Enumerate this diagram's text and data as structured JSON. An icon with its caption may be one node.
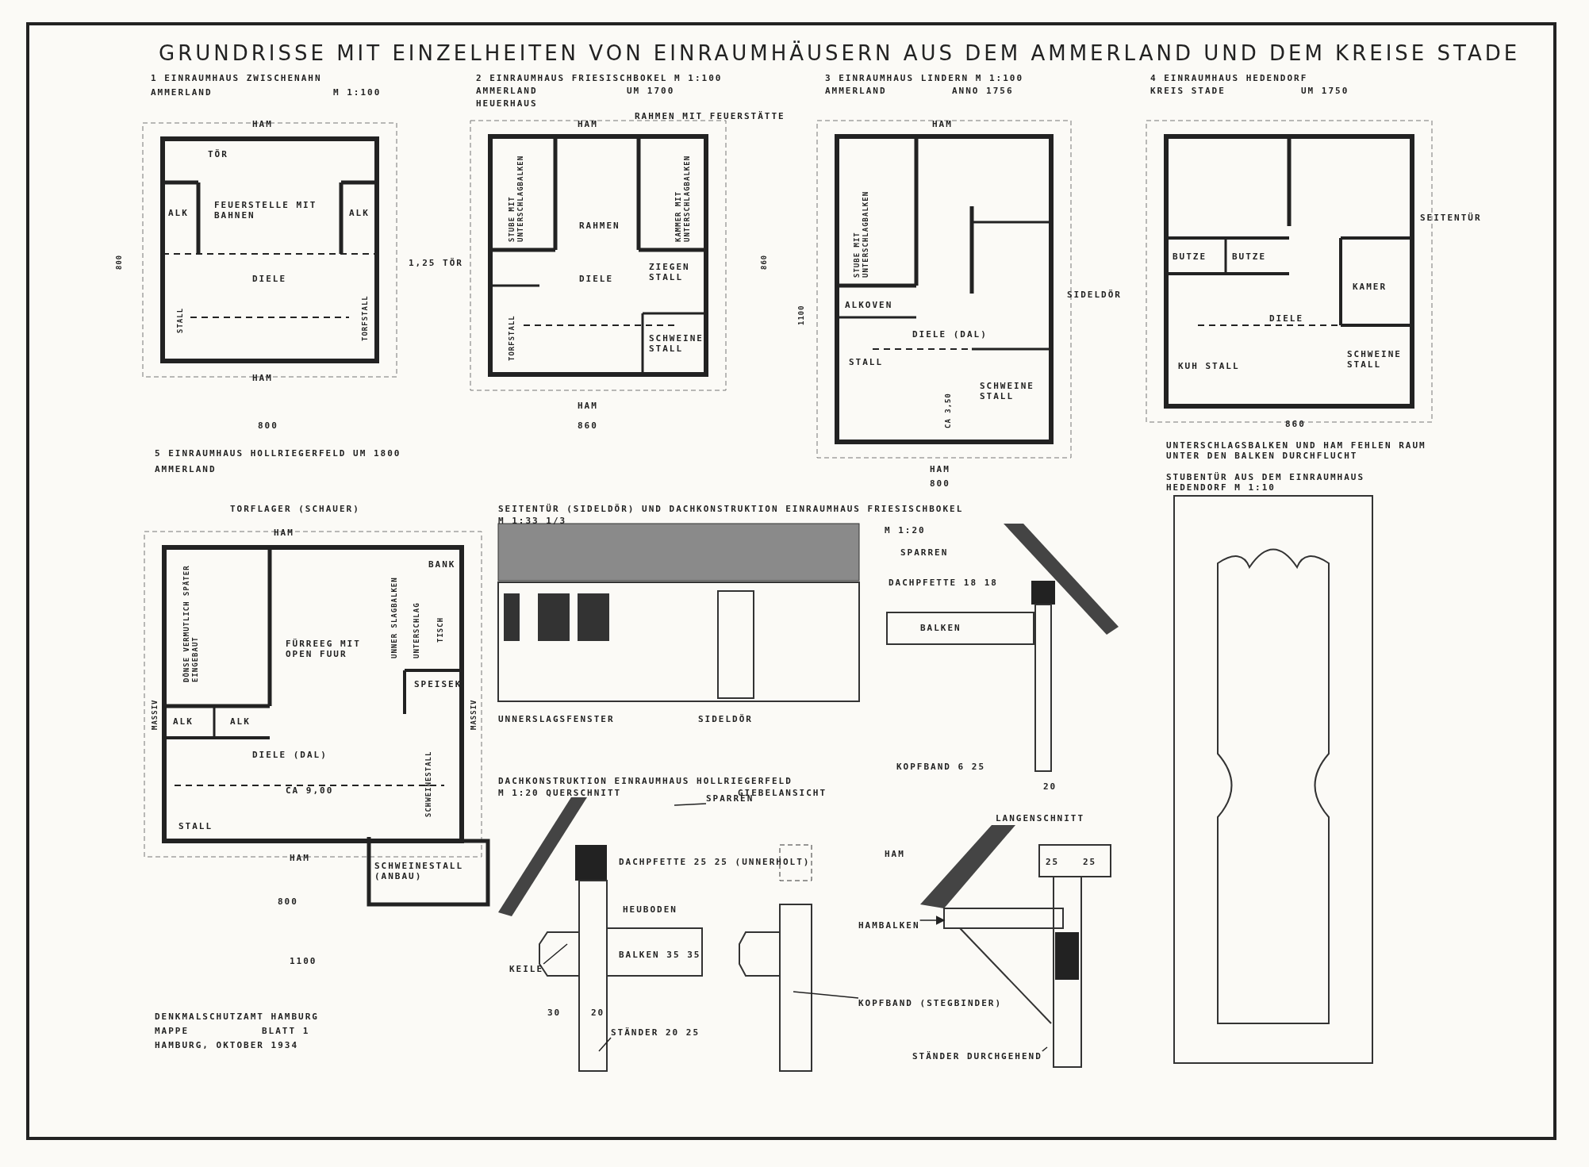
{
  "diagram": {
    "title": "GRUNDRISSE MIT EINZELHEITEN VON EINRAUMHÄUSERN AUS DEM AMMERLAND UND DEM KREISE STADE",
    "nodes": [
      {
        "text": [
          "SPARREN"
        ]
      },
      {
        "text": [
          "KEILE"
        ]
      },
      {
        "text": [
          "STÄNDER 20 25"
        ]
      },
      {
        "text": [
          "KOPFBAND (STEGBINDER)"
        ]
      },
      {
        "text": [
          "HAMBALKEN"
        ]
      },
      {
        "text": [
          "STÄNDER DURCHGEHEND"
        ]
      },
      {
        "text": [],
        "shape": "bar"
      }
    ],
    "edges": [
      {
        "from": 0,
        "to": null,
        "arrow": "none"
      },
      {
        "from": 1,
        "to": null,
        "arrow": "none"
      },
      {
        "from": 2,
        "to": null,
        "arrow": "none"
      },
      {
        "from": 3,
        "to": null,
        "arrow": "none"
      },
      {
        "from": 4,
        "to": 6,
        "arrow": "to"
      },
      {
        "from": 5,
        "to": null,
        "arrow": "none"
      }
    ],
    "labels": [
      "1 EINRAUMHAUS ZWISCHENAHN",
      "AMMERLAND",
      "M 1:100",
      "HAM",
      "TÖR",
      "ALK",
      "FEUERSTELLE MIT BAHNEN",
      "ALK",
      "DIELE",
      "STALL",
      "TORFSTALL",
      "HAM",
      "800",
      "800",
      "2 EINRAUMHAUS FRIESISCHBOKEL M 1:100",
      "AMMERLAND",
      "UM 1700",
      "HEUERHAUS",
      "RAHMEN MIT FEUERSTÄTTE",
      "HAM",
      "STUBE MIT UNTERSCHLAGBALKEN",
      "RAHMEN",
      "KAMMER MIT UNTERSCHLAGBALKEN",
      "1,25 TÖR",
      "DIELE",
      "ZIEGEN STALL",
      "TORFSTALL",
      "SCHWEINE STALL",
      "HAM",
      "860",
      "860",
      "3 EINRAUMHAUS LINDERN M 1:100",
      "AMMERLAND",
      "ANNO 1756",
      "HAM",
      "STUBE MIT UNTERSCHLAGBALKEN",
      "ALKOVEN",
      "DIELE (DAL)",
      "SIDELDÖR",
      "STALL",
      "CA 3,50",
      "SCHWEINE STALL",
      "HAM",
      "800",
      "1100",
      "4 EINRAUMHAUS HEDENDORF",
      "KREIS STADE",
      "UM 1750",
      "BUTZE",
      "BUTZE",
      "SEITENTÜR",
      "KAMER",
      "DIELE",
      "KUH STALL",
      "SCHWEINE STALL",
      "860",
      "5 EINRAUMHAUS HOLLRIEGERFELD UM 1800",
      "AMMERLAND",
      "TORFLAGER (SCHAUER)",
      "HAM",
      "DÖNSE VERMUTLICH SPÄTER EINGEBAUT",
      "FÜRREEG MIT OPEN FUUR",
      "UNNER SLAGBALKEN",
      "UNTERSCHLAG",
      "TISCH",
      "BANK",
      "SPEISEK",
      "ALK",
      "ALK",
      "MASSIV",
      "MASSIV",
      "DIELE (DAL)",
      "CA 9,00",
      "STALL",
      "SCHWEINESTALL",
      "HAM",
      "SCHWEINESTALL (ANBAU)",
      "1100",
      "800",
      "UNTERSCHLAGSBALKEN UND HAM FEHLEN RAUM UNTER DEN BALKEN DURCHFLUCHT",
      "STUBENTÜR AUS DEM EINRAUMHAUS HEDENDORF M 1:10",
      "SEITENTÜR (SIDELDÖR) UND DACHKONSTRUKTION EINRAUMHAUS FRIESISCHBOKEL",
      "M 1:33 1/3",
      "UNNERSLAGSFENSTER",
      "SIDELDÖR",
      "M 1:20",
      "SPARREN",
      "DACHPFETTE 18 18",
      "BALKEN",
      "20",
      "KOPFBAND 6 25",
      "DACHKONSTRUKTION EINRAUMHAUS HOLLRIEGERFELD",
      "M 1:20 QUERSCHNITT",
      "GIEBELANSICHT",
      "DACHPFETTE 25 25 (UNNERHOLT)",
      "HEUBODEN",
      "BALKEN 35 35",
      "30",
      "20",
      "HAM",
      "LANGENSCHNITT",
      "25",
      "25",
      "DENKMALSCHUTZAMT HAMBURG",
      "MAPPE",
      "BLATT 1",
      "HAMBURG, OKTOBER 1934"
    ]
  }
}
